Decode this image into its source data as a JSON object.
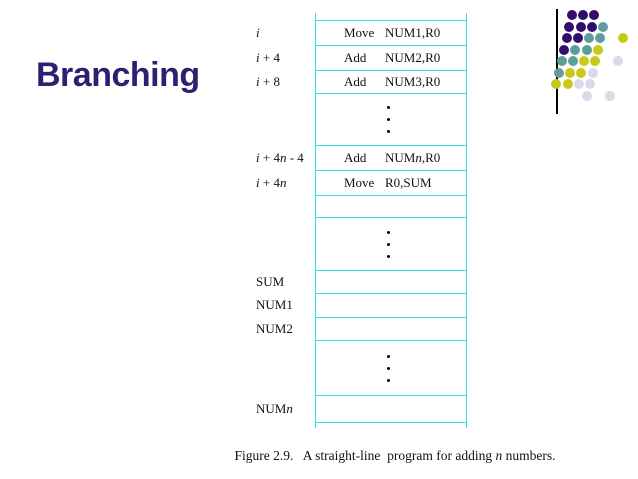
{
  "slide": {
    "title": "Branching"
  },
  "colors": {
    "title_text": "#301e70",
    "diagram_line_cyan": "#35dfdf",
    "body_text": "#111111",
    "decoration_bar": "#000000"
  },
  "decoration": {
    "palette": {
      "P": "#320d6d",
      "T": "#5f9c9c",
      "Y": "#c9c91c",
      "L": "#d9d9ec"
    },
    "dot_names": {
      "P": "purple-dot",
      "T": "teal-dot",
      "Y": "yellow-dot",
      "L": "lavender-dot"
    },
    "pattern": [
      [
        [
          0,
          "P"
        ],
        [
          1,
          "P"
        ],
        [
          2,
          "P"
        ]
      ],
      [
        [
          0,
          "P"
        ],
        [
          1,
          "P"
        ],
        [
          2,
          "P"
        ],
        [
          3,
          "T"
        ]
      ],
      [
        [
          0,
          "P"
        ],
        [
          1,
          "P"
        ],
        [
          2,
          "T"
        ],
        [
          3,
          "T"
        ],
        [
          5,
          "Y"
        ]
      ],
      [
        [
          0,
          "P"
        ],
        [
          1,
          "T"
        ],
        [
          2,
          "T"
        ],
        [
          3,
          "Y"
        ]
      ],
      [
        [
          0,
          "T"
        ],
        [
          1,
          "T"
        ],
        [
          2,
          "Y"
        ],
        [
          3,
          "Y"
        ],
        [
          5,
          "L"
        ]
      ],
      [
        [
          0,
          "T"
        ],
        [
          1,
          "Y"
        ],
        [
          2,
          "Y"
        ],
        [
          3,
          "L"
        ]
      ],
      [
        [
          0,
          "Y"
        ],
        [
          1,
          "Y"
        ],
        [
          2,
          "L"
        ],
        [
          3,
          "L"
        ]
      ],
      [
        [
          3,
          "L"
        ],
        [
          5,
          "L"
        ]
      ]
    ]
  },
  "figure": {
    "caption": [
      {
        "t": "Figure 2.9."
      },
      {
        "t": "   A straight-line  program for adding "
      },
      {
        "t": "n",
        "it": 1
      },
      {
        "t": " numbers."
      }
    ],
    "memory": {
      "rows": [
        {
          "kind": "stub"
        },
        {
          "kind": "instruction",
          "label": [
            {
              "t": "i",
              "it": 1
            }
          ],
          "mnemonic": "Move",
          "operand": "NUM1,R0"
        },
        {
          "kind": "instruction",
          "label": [
            {
              "t": "i",
              "it": 1
            },
            {
              "t": " + 4"
            }
          ],
          "mnemonic": "Add",
          "operand": "NUM2,R0"
        },
        {
          "kind": "instruction",
          "label": [
            {
              "t": "i",
              "it": 1
            },
            {
              "t": " + 8"
            }
          ],
          "mnemonic": "Add",
          "operand": "NUM3,R0"
        },
        {
          "kind": "dots"
        },
        {
          "kind": "instruction",
          "label": [
            {
              "t": "i",
              "it": 1
            },
            {
              "t": " + 4"
            },
            {
              "t": "n",
              "it": 1
            },
            {
              "t": " -  4"
            }
          ],
          "mnemonic": "Add",
          "operand": [
            {
              "t": "NUM"
            },
            {
              "t": "n",
              "it": 1
            },
            {
              "t": ",R0"
            }
          ]
        },
        {
          "kind": "instruction",
          "label": [
            {
              "t": "i",
              "it": 1
            },
            {
              "t": " + 4"
            },
            {
              "t": "n",
              "it": 1
            }
          ],
          "mnemonic": "Move",
          "operand": "R0,SUM"
        },
        {
          "kind": "empty"
        },
        {
          "kind": "dots"
        },
        {
          "kind": "empty",
          "label": [
            {
              "t": "SUM"
            }
          ]
        },
        {
          "kind": "empty",
          "label": [
            {
              "t": "NUM1"
            }
          ]
        },
        {
          "kind": "empty",
          "label": [
            {
              "t": "NUM2"
            }
          ]
        },
        {
          "kind": "dots"
        },
        {
          "kind": "empty",
          "label": [
            {
              "t": "NUM"
            },
            {
              "t": "n",
              "it": 1
            }
          ]
        },
        {
          "kind": "stub"
        }
      ]
    }
  }
}
